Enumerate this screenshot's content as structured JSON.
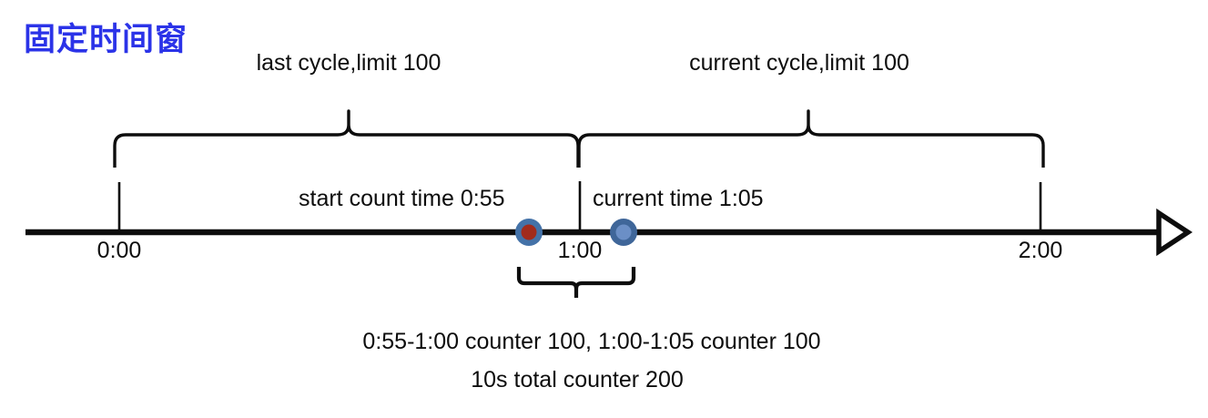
{
  "diagram": {
    "title": "固定时间窗",
    "title_color": "#2b33e8",
    "background": "#ffffff",
    "line_color": "#0d0d0d"
  },
  "cycles": {
    "last": {
      "label": "last cycle,limit 100",
      "start_time": "0:00",
      "end_time": "1:00"
    },
    "current": {
      "label": "current cycle,limit 100",
      "start_time": "1:00",
      "end_time": "2:00"
    }
  },
  "axis": {
    "ticks": [
      {
        "label": "0:00"
      },
      {
        "label": "1:00"
      },
      {
        "label": "2:00"
      }
    ],
    "arrow": "arrow-right"
  },
  "markers": [
    {
      "name": "start-count-marker",
      "label": "start count time 0:55",
      "time": "0:55",
      "ring_color": "#4472a8",
      "core_color": "#a22b1c"
    },
    {
      "name": "current-time-marker",
      "label": "current time 1:05",
      "time": "1:05",
      "ring_color": "#3f6699",
      "core_color": "#6b8fc6"
    }
  ],
  "summary": {
    "window_brace_label": "0:55-1:00 counter 100, 1:00-1:05 counter 100",
    "total_label": "10s total counter 200"
  }
}
